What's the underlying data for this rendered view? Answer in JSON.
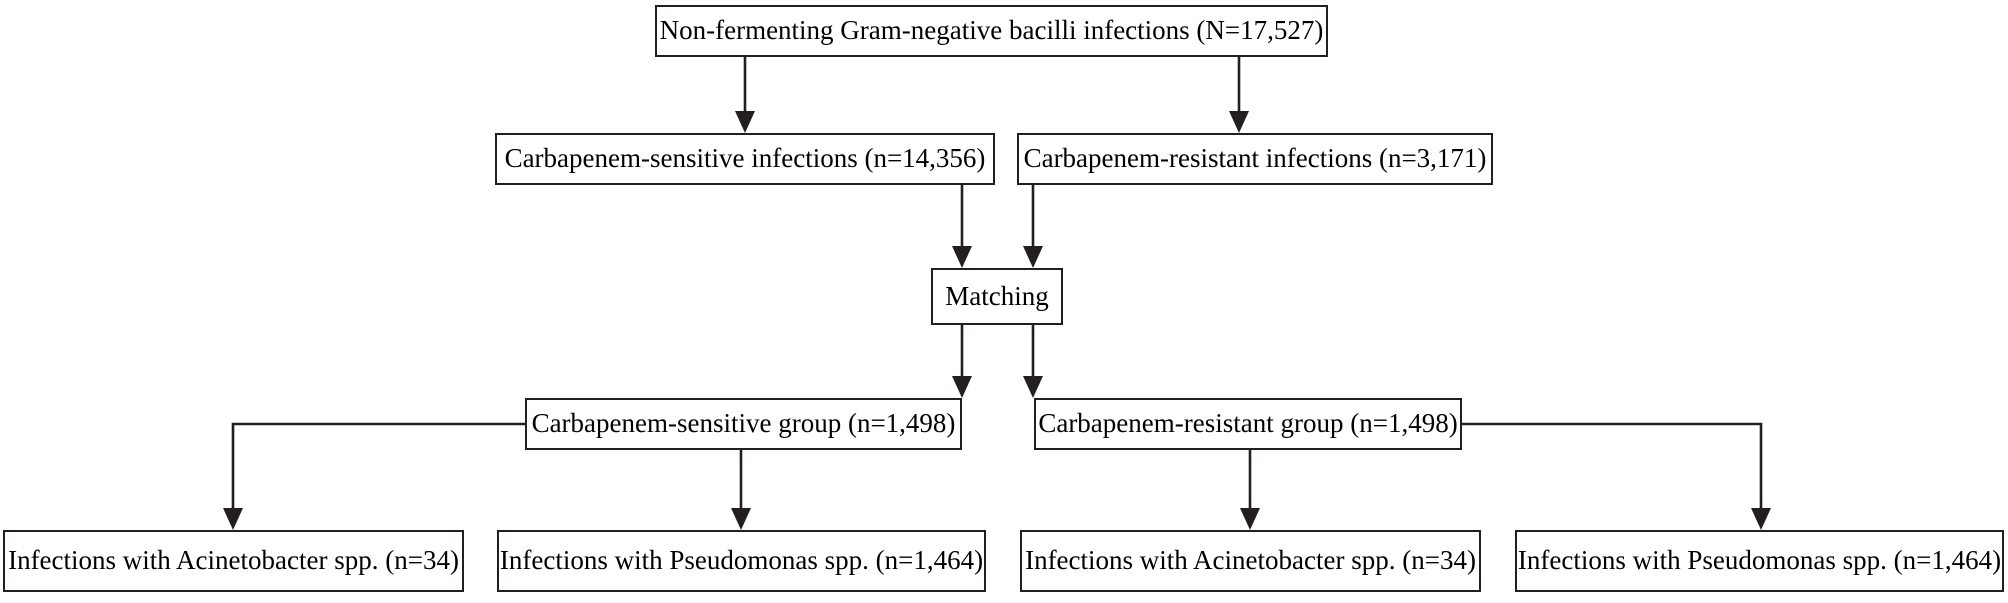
{
  "figure": {
    "type": "flowchart",
    "orientation": "top-down",
    "background_color": "#ffffff",
    "line_color": "#231f20",
    "text_color": "#000000"
  },
  "nodes": {
    "root": {
      "label": "Non-fermenting Gram-negative bacilli infections (N=17,527)",
      "count": 17527,
      "count_prefix": "N"
    },
    "sensitive_infections": {
      "label": "Carbapenem-sensitive infections (n=14,356)",
      "count": 14356,
      "count_prefix": "n"
    },
    "resistant_infections": {
      "label": "Carbapenem-resistant infections (n=3,171)",
      "count": 3171,
      "count_prefix": "n"
    },
    "matching": {
      "label": "Matching"
    },
    "sensitive_group": {
      "label": "Carbapenem-sensitive group (n=1,498)",
      "count": 1498,
      "count_prefix": "n"
    },
    "resistant_group": {
      "label": "Carbapenem-resistant group (n=1,498)",
      "count": 1498,
      "count_prefix": "n"
    },
    "sensitive_acinetobacter": {
      "label": "Infections with Acinetobacter spp. (n=34)",
      "count": 34,
      "count_prefix": "n"
    },
    "sensitive_pseudomonas": {
      "label": "Infections with Pseudomonas spp. (n=1,464)",
      "count": 1464,
      "count_prefix": "n"
    },
    "resistant_acinetobacter": {
      "label": "Infections with Acinetobacter spp. (n=34)",
      "count": 34,
      "count_prefix": "n"
    },
    "resistant_pseudomonas": {
      "label": "Infections with Pseudomonas spp. (n=1,464)",
      "count": 1464,
      "count_prefix": "n"
    }
  },
  "edges": [
    {
      "from": "root",
      "to": "sensitive_infections"
    },
    {
      "from": "root",
      "to": "resistant_infections"
    },
    {
      "from": "sensitive_infections",
      "to": "matching"
    },
    {
      "from": "resistant_infections",
      "to": "matching"
    },
    {
      "from": "matching",
      "to": "sensitive_group"
    },
    {
      "from": "matching",
      "to": "resistant_group"
    },
    {
      "from": "sensitive_group",
      "to": "sensitive_acinetobacter"
    },
    {
      "from": "sensitive_group",
      "to": "sensitive_pseudomonas"
    },
    {
      "from": "resistant_group",
      "to": "resistant_acinetobacter"
    },
    {
      "from": "resistant_group",
      "to": "resistant_pseudomonas"
    }
  ]
}
